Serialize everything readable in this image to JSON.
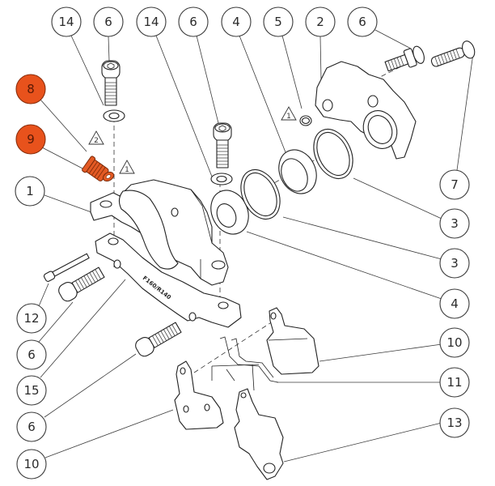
{
  "diagram": {
    "title": "Brake caliper exploded parts diagram",
    "highlight_color": "#e8521c",
    "line_color": "#222222",
    "engraving": "F160/R140",
    "warnings": [
      {
        "id": "warn-2-plug",
        "label": "2"
      },
      {
        "id": "warn-1-plug",
        "label": "1"
      },
      {
        "id": "warn-1-banjo",
        "label": "1"
      }
    ],
    "callouts": [
      {
        "id": "c14a",
        "label": "14",
        "highlighted": false,
        "part": "washer"
      },
      {
        "id": "c6a",
        "label": "6",
        "highlighted": false,
        "part": "mounting-bolt"
      },
      {
        "id": "c14b",
        "label": "14",
        "highlighted": false,
        "part": "washer"
      },
      {
        "id": "c6b",
        "label": "6",
        "highlighted": false,
        "part": "mounting-bolt"
      },
      {
        "id": "c4a",
        "label": "4",
        "highlighted": false,
        "part": "piston"
      },
      {
        "id": "c5",
        "label": "5",
        "highlighted": false,
        "part": "o-ring"
      },
      {
        "id": "c2",
        "label": "2",
        "highlighted": false,
        "part": "caliper-half-outer"
      },
      {
        "id": "c6c",
        "label": "6",
        "highlighted": false,
        "part": "caliper-bolt"
      },
      {
        "id": "c8",
        "label": "8",
        "highlighted": true,
        "part": "bleed-plug"
      },
      {
        "id": "c9",
        "label": "9",
        "highlighted": true,
        "part": "bleed-o-ring"
      },
      {
        "id": "c1",
        "label": "1",
        "highlighted": false,
        "part": "caliper-half-inner"
      },
      {
        "id": "c7",
        "label": "7",
        "highlighted": false,
        "part": "pad-pin"
      },
      {
        "id": "c3a",
        "label": "3",
        "highlighted": false,
        "part": "piston-seal"
      },
      {
        "id": "c3b",
        "label": "3",
        "highlighted": false,
        "part": "piston-seal"
      },
      {
        "id": "c4b",
        "label": "4",
        "highlighted": false,
        "part": "piston"
      },
      {
        "id": "c12",
        "label": "12",
        "highlighted": false,
        "part": "small-bolt"
      },
      {
        "id": "c6d",
        "label": "6",
        "highlighted": false,
        "part": "mounting-bolt"
      },
      {
        "id": "c15",
        "label": "15",
        "highlighted": false,
        "part": "adapter"
      },
      {
        "id": "c6e",
        "label": "6",
        "highlighted": false,
        "part": "mounting-bolt"
      },
      {
        "id": "c10a",
        "label": "10",
        "highlighted": false,
        "part": "brake-pad"
      },
      {
        "id": "c10b",
        "label": "10",
        "highlighted": false,
        "part": "brake-pad"
      },
      {
        "id": "c11",
        "label": "11",
        "highlighted": false,
        "part": "pad-spring"
      },
      {
        "id": "c13",
        "label": "13",
        "highlighted": false,
        "part": "pad-retainer"
      }
    ]
  }
}
